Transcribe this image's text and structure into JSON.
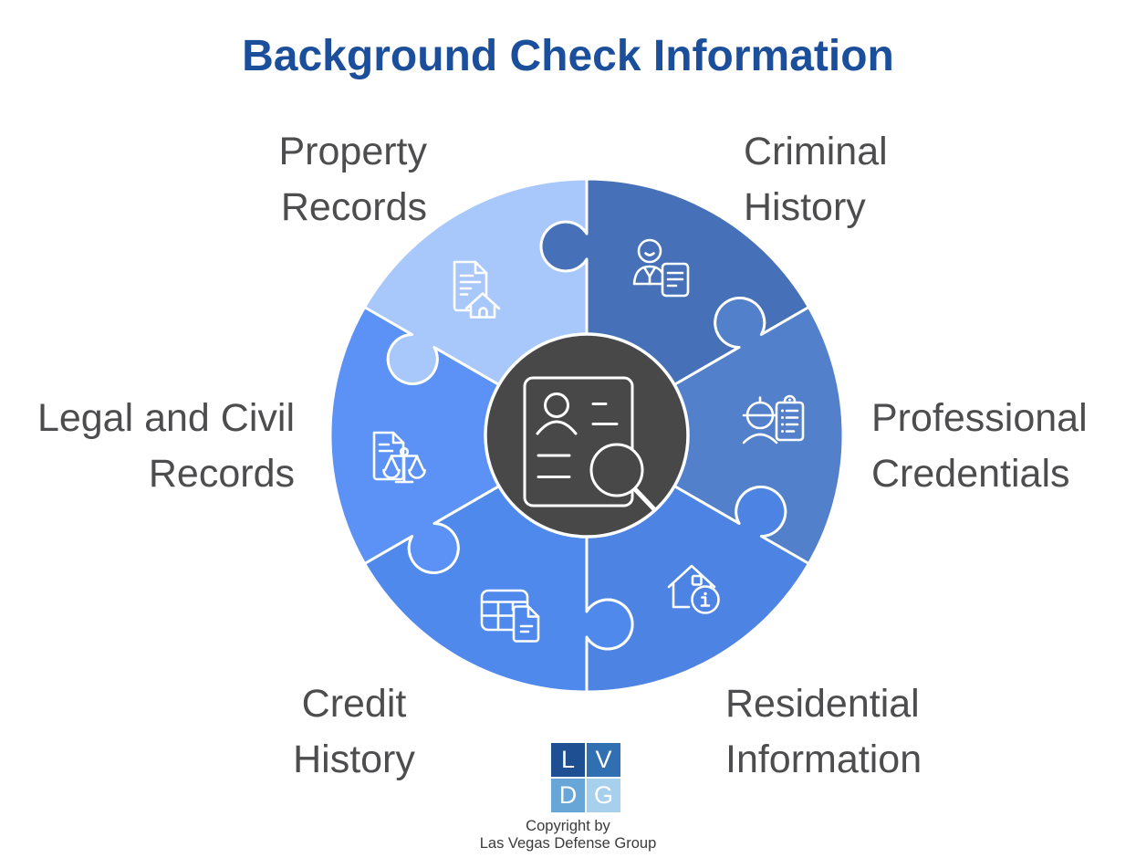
{
  "title": "Background Check Information",
  "colors": {
    "title": "#1B4F9C",
    "label": "#4D4D4F",
    "center_circle": "#484848",
    "copyright": "#3B3B3D",
    "background": "#FFFFFF"
  },
  "center": {
    "icon": "resume-search-icon"
  },
  "segments": [
    {
      "name": "criminal-history",
      "label_lines": [
        "Criminal",
        "History"
      ],
      "color": "#4671B8",
      "icon": "person-profile-document-icon"
    },
    {
      "name": "professional-credentials",
      "label_lines": [
        "Professional",
        "Credentials"
      ],
      "color": "#5280CA",
      "icon": "worker-clipboard-icon"
    },
    {
      "name": "residential-information",
      "label_lines": [
        "Residential",
        "Information"
      ],
      "color": "#4D83E3",
      "icon": "house-info-icon"
    },
    {
      "name": "credit-history",
      "label_lines": [
        "Credit",
        "History"
      ],
      "color": "#5089EC",
      "icon": "table-document-icon"
    },
    {
      "name": "legal-civil-records",
      "label_lines": [
        "Legal and Civil",
        "Records"
      ],
      "color": "#5C92F5",
      "icon": "document-scales-icon"
    },
    {
      "name": "property-records",
      "label_lines": [
        "Property",
        "Records"
      ],
      "color": "#A8C7FB",
      "icon": "document-house-icon"
    }
  ],
  "footer": {
    "logo_tiles": [
      {
        "letter": "L",
        "color": "#1F4F93"
      },
      {
        "letter": "V",
        "color": "#3070B2"
      },
      {
        "letter": "D",
        "color": "#68A6D7"
      },
      {
        "letter": "G",
        "color": "#A6D0EC"
      }
    ],
    "copyright_lines": [
      "Copyright by",
      "Las Vegas Defense Group"
    ]
  }
}
